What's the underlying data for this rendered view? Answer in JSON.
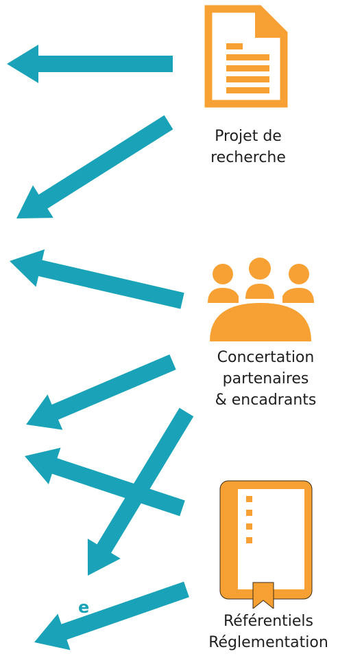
{
  "colors": {
    "arrow": "#1aa3b8",
    "icon": "#f7a134",
    "text": "#1f1f1f",
    "accent_text": "#1aa3b8"
  },
  "sources": [
    {
      "id": "projet",
      "icon": "document-icon",
      "label_lines": [
        "Projet de",
        "recherche"
      ]
    },
    {
      "id": "concertation",
      "icon": "people-icon",
      "label_lines": [
        "Concertation",
        "partenaires",
        "& encadrants"
      ]
    },
    {
      "id": "referentiels",
      "icon": "book-icon",
      "label_lines": [
        "Référentiels",
        "Réglementation"
      ]
    }
  ],
  "cut_text": "e",
  "arrows": [
    {
      "id": "arrow-1",
      "from": "projet"
    },
    {
      "id": "arrow-2",
      "from": "projet"
    },
    {
      "id": "arrow-3",
      "from": "concertation"
    },
    {
      "id": "arrow-4",
      "from": "concertation"
    },
    {
      "id": "arrow-5",
      "from": "concertation"
    },
    {
      "id": "arrow-6",
      "from": "referentiels"
    },
    {
      "id": "arrow-7",
      "from": "referentiels"
    }
  ]
}
